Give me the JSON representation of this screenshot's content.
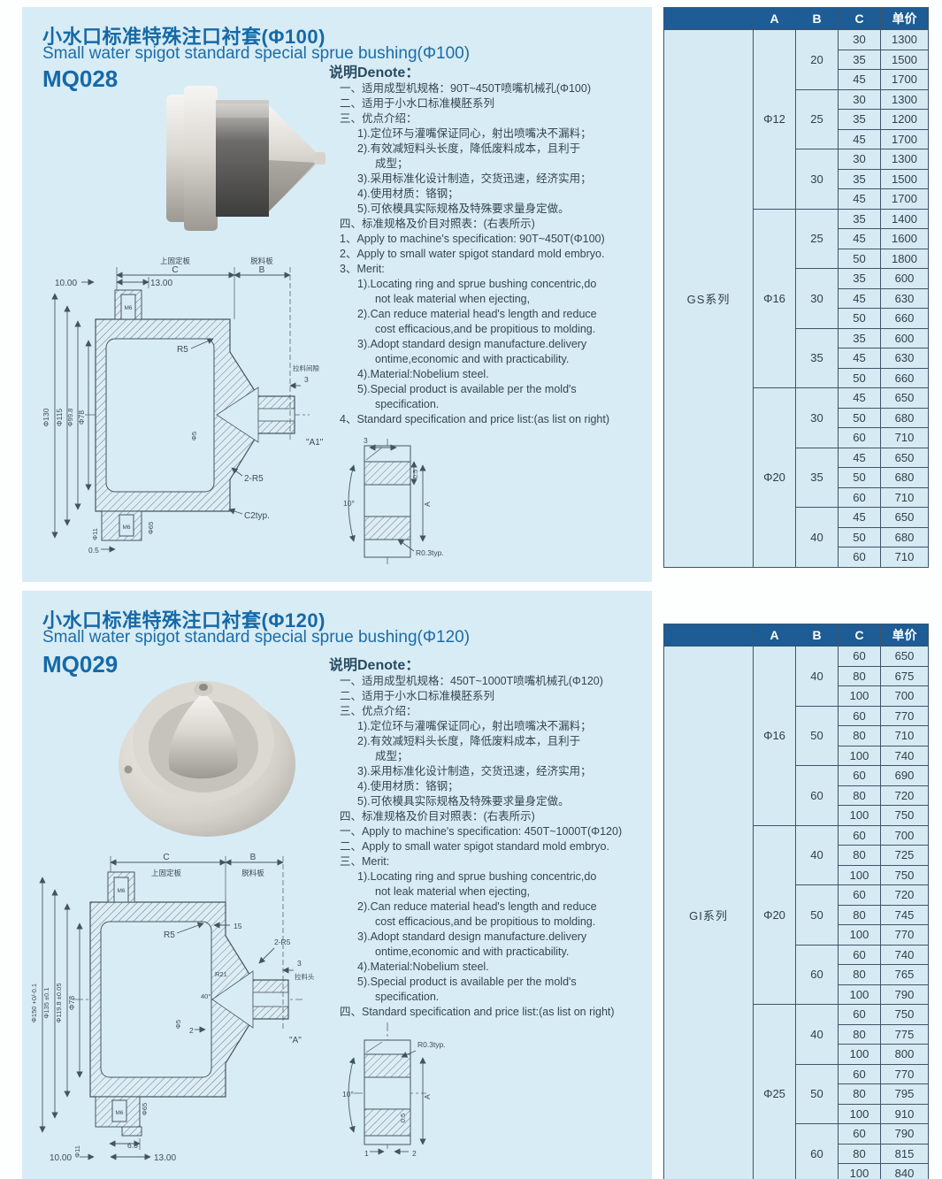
{
  "page": {
    "panel_bg": "#d8ecf5",
    "title_color": "#1569a8",
    "table_header_bg": "#1d5c94",
    "table_cell_bg": "#d6eaf3",
    "border_color": "#3f5468"
  },
  "sections": [
    {
      "title_cn": "小水口标准特殊注口衬套(Φ100)",
      "title_en": "Small water spigot standard special sprue bushing(Φ100)",
      "code": "MQ028",
      "denote": "说明Denote：",
      "notes": [
        {
          "t": "一、适用成型机规格：90T~450T喷嘴机械孔(Φ100)",
          "i": 0
        },
        {
          "t": "二、适用于小水口标准模胚系列",
          "i": 0
        },
        {
          "t": "三、优点介绍：",
          "i": 0
        },
        {
          "t": "1).定位环与灌嘴保证同心，射出喷嘴决不漏料；",
          "i": 1
        },
        {
          "t": "2).有效减短料头长度，降低废料成本，且利于",
          "i": 1
        },
        {
          "t": "成型；",
          "i": 2
        },
        {
          "t": "3).采用标准化设计制造，交货迅速，经济实用；",
          "i": 1
        },
        {
          "t": "4).使用材质：铬钢；",
          "i": 1
        },
        {
          "t": "5).可依模具实际规格及特殊要求量身定做。",
          "i": 1
        },
        {
          "t": "四、标准规格及价目对照表：(右表所示)",
          "i": 0
        },
        {
          "t": "1、Apply to machine's specification: 90T~450T(Φ100)",
          "i": 0
        },
        {
          "t": "2、Apply to small water spigot standard mold embryo.",
          "i": 0
        },
        {
          "t": "3、Merit:",
          "i": 0
        },
        {
          "t": "1).Locating ring and sprue bushing concentric,do",
          "i": 1
        },
        {
          "t": "not leak material when ejecting,",
          "i": 2
        },
        {
          "t": "2).Can reduce material head's length and reduce",
          "i": 1
        },
        {
          "t": "cost efficacious,and be propitious to molding.",
          "i": 2
        },
        {
          "t": "3).Adopt standard design manufacture.delivery",
          "i": 1
        },
        {
          "t": "ontime,economic and with practicability.",
          "i": 2
        },
        {
          "t": "4).Material:Nobelium steel.",
          "i": 1
        },
        {
          "t": "5).Special product is available per the mold's",
          "i": 1
        },
        {
          "t": "specification.",
          "i": 2
        },
        {
          "t": "4、Standard specification and price list:(as list on right)",
          "i": 0
        }
      ],
      "drawing": {
        "dim10": "10.00",
        "dim13": "13.00",
        "c": "C",
        "plate_top": "上固定板",
        "b": "B",
        "plate_strip": "脱料板",
        "d130": "Φ130",
        "d115": "Φ115",
        "d99": "Φ99.8",
        "d78": "Φ78",
        "r5": "R5",
        "gap": "拉料间隙",
        "gap_v": "3",
        "d5": "Φ5",
        "a1": "\"A1\"",
        "rr5": "2-R5",
        "c2": "C2typ.",
        "m6": "M6",
        "d11": "Φ11",
        "v05": "0.5",
        "d65": "Φ65"
      },
      "detail": {
        "n3": "3",
        "v05": "0.5",
        "deg": "10°",
        "a": "A",
        "r03": "R0.3typ."
      }
    },
    {
      "title_cn": "小水口标准特殊注口衬套(Φ120)",
      "title_en": "Small water spigot standard special sprue bushing(Φ120)",
      "code": "MQ029",
      "denote": "说明Denote：",
      "notes": [
        {
          "t": "一、适用成型机规格：450T~1000T喷嘴机械孔(Φ120)",
          "i": 0
        },
        {
          "t": "二、适用于小水口标准模胚系列",
          "i": 0
        },
        {
          "t": "三、优点介绍：",
          "i": 0
        },
        {
          "t": "1).定位环与灌嘴保证同心，射出喷嘴决不漏料；",
          "i": 1
        },
        {
          "t": "2).有效减短料头长度，降低废料成本，且利于",
          "i": 1
        },
        {
          "t": "成型；",
          "i": 2
        },
        {
          "t": "3).采用标准化设计制造，交货迅速，经济实用；",
          "i": 1
        },
        {
          "t": "4).使用材质：铬钢；",
          "i": 1
        },
        {
          "t": "5).可依模具实际规格及特殊要求量身定做。",
          "i": 1
        },
        {
          "t": "四、标准规格及价目对照表：(右表所示)",
          "i": 0
        },
        {
          "t": "一、Apply to machine's specification: 450T~1000T(Φ120)",
          "i": 0
        },
        {
          "t": "二、Apply to small water spigot standard mold embryo.",
          "i": 0
        },
        {
          "t": "三、Merit:",
          "i": 0
        },
        {
          "t": "1).Locating ring and sprue bushing concentric,do",
          "i": 1
        },
        {
          "t": "not leak material when ejecting,",
          "i": 2
        },
        {
          "t": "2).Can reduce material head's length and reduce",
          "i": 1
        },
        {
          "t": "cost efficacious,and be propitious to molding.",
          "i": 2
        },
        {
          "t": "3).Adopt standard design manufacture.delivery",
          "i": 1
        },
        {
          "t": "ontime,economic and with practicability.",
          "i": 2
        },
        {
          "t": "4).Material:Nobelium steel.",
          "i": 1
        },
        {
          "t": "5).Special product is available per the mold's",
          "i": 1
        },
        {
          "t": "specification.",
          "i": 2
        },
        {
          "t": "四、Standard specification and price list:(as list on right)",
          "i": 0
        }
      ],
      "drawing": {
        "c": "C",
        "plate_top": "上固定板",
        "b": "B",
        "plate_strip": "脱料板",
        "d150": "Φ150 +0/-0.1",
        "d135": "Φ135 ±0.1",
        "d119": "Φ119.8 ±0.05",
        "d78": "Φ78",
        "r5": "R5",
        "n15": "15",
        "rr5": "2-R5",
        "n3": "3",
        "pull": "拉料头",
        "r21": "R21",
        "deg40": "40°",
        "d5": "Φ5",
        "n2": "2",
        "a": "\"A\"",
        "n65": "6.5",
        "dim13": "13.00",
        "dim10": "10.00",
        "d11": "Φ11",
        "d65": "Φ65",
        "m6": "M6"
      },
      "detail": {
        "r03": "R0.3typ.",
        "deg": "10°",
        "a": "A",
        "v05": "0.5",
        "n1": "1",
        "n2": "2"
      }
    }
  ],
  "tables": [
    {
      "series": "GS系列",
      "header": [
        "A",
        "B",
        "C",
        "单价"
      ],
      "groups": [
        {
          "a": "Φ12",
          "subs": [
            {
              "b": "20",
              "rows": [
                [
                  "30",
                  "1300"
                ],
                [
                  "35",
                  "1500"
                ],
                [
                  "45",
                  "1700"
                ]
              ]
            },
            {
              "b": "25",
              "rows": [
                [
                  "30",
                  "1300"
                ],
                [
                  "35",
                  "1200"
                ],
                [
                  "45",
                  "1700"
                ]
              ]
            },
            {
              "b": "30",
              "rows": [
                [
                  "30",
                  "1300"
                ],
                [
                  "35",
                  "1500"
                ],
                [
                  "45",
                  "1700"
                ]
              ]
            }
          ]
        },
        {
          "a": "Φ16",
          "subs": [
            {
              "b": "25",
              "rows": [
                [
                  "35",
                  "1400"
                ],
                [
                  "45",
                  "1600"
                ],
                [
                  "50",
                  "1800"
                ]
              ]
            },
            {
              "b": "30",
              "rows": [
                [
                  "35",
                  "600"
                ],
                [
                  "45",
                  "630"
                ],
                [
                  "50",
                  "660"
                ]
              ]
            },
            {
              "b": "35",
              "rows": [
                [
                  "35",
                  "600"
                ],
                [
                  "45",
                  "630"
                ],
                [
                  "50",
                  "660"
                ]
              ]
            }
          ]
        },
        {
          "a": "Φ20",
          "subs": [
            {
              "b": "30",
              "rows": [
                [
                  "45",
                  "650"
                ],
                [
                  "50",
                  "680"
                ],
                [
                  "60",
                  "710"
                ]
              ]
            },
            {
              "b": "35",
              "rows": [
                [
                  "45",
                  "650"
                ],
                [
                  "50",
                  "680"
                ],
                [
                  "60",
                  "710"
                ]
              ]
            },
            {
              "b": "40",
              "rows": [
                [
                  "45",
                  "650"
                ],
                [
                  "50",
                  "680"
                ],
                [
                  "60",
                  "710"
                ]
              ]
            }
          ]
        }
      ]
    },
    {
      "series": "GI系列",
      "header": [
        "A",
        "B",
        "C",
        "单价"
      ],
      "groups": [
        {
          "a": "Φ16",
          "subs": [
            {
              "b": "40",
              "rows": [
                [
                  "60",
                  "650"
                ],
                [
                  "80",
                  "675"
                ],
                [
                  "100",
                  "700"
                ]
              ]
            },
            {
              "b": "50",
              "rows": [
                [
                  "60",
                  "770"
                ],
                [
                  "80",
                  "710"
                ],
                [
                  "100",
                  "740"
                ]
              ]
            },
            {
              "b": "60",
              "rows": [
                [
                  "60",
                  "690"
                ],
                [
                  "80",
                  "720"
                ],
                [
                  "100",
                  "750"
                ]
              ]
            }
          ]
        },
        {
          "a": "Φ20",
          "subs": [
            {
              "b": "40",
              "rows": [
                [
                  "60",
                  "700"
                ],
                [
                  "80",
                  "725"
                ],
                [
                  "100",
                  "750"
                ]
              ]
            },
            {
              "b": "50",
              "rows": [
                [
                  "60",
                  "720"
                ],
                [
                  "80",
                  "745"
                ],
                [
                  "100",
                  "770"
                ]
              ]
            },
            {
              "b": "60",
              "rows": [
                [
                  "60",
                  "740"
                ],
                [
                  "80",
                  "765"
                ],
                [
                  "100",
                  "790"
                ]
              ]
            }
          ]
        },
        {
          "a": "Φ25",
          "subs": [
            {
              "b": "40",
              "rows": [
                [
                  "60",
                  "750"
                ],
                [
                  "80",
                  "775"
                ],
                [
                  "100",
                  "800"
                ]
              ]
            },
            {
              "b": "50",
              "rows": [
                [
                  "60",
                  "770"
                ],
                [
                  "80",
                  "795"
                ],
                [
                  "100",
                  "910"
                ]
              ]
            },
            {
              "b": "60",
              "rows": [
                [
                  "60",
                  "790"
                ],
                [
                  "80",
                  "815"
                ],
                [
                  "100",
                  "840"
                ]
              ]
            }
          ]
        }
      ]
    }
  ]
}
